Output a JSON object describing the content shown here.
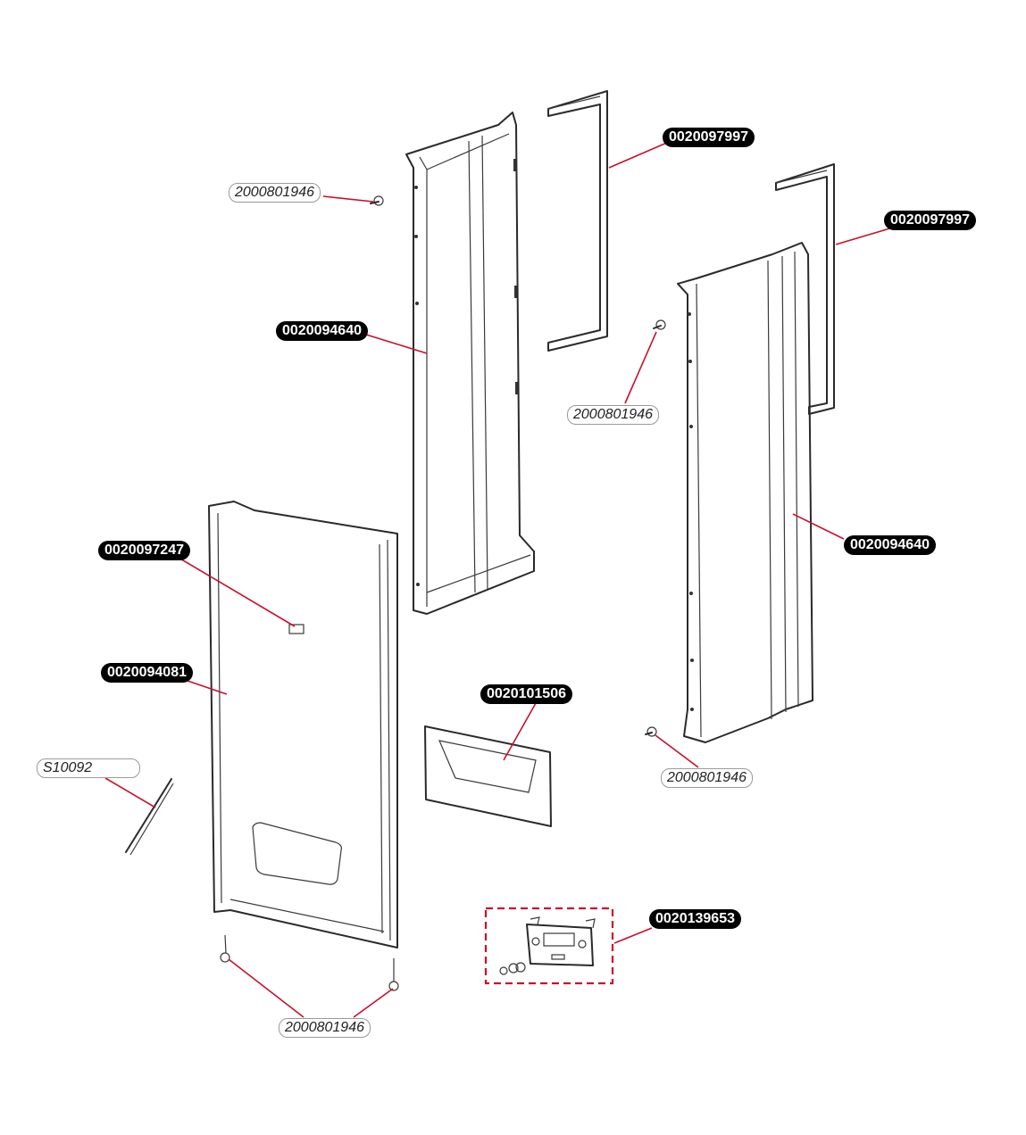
{
  "callouts": {
    "gasket_top": "0020097997",
    "gasket_right": "0020097997",
    "screw_top_left": "2000801946",
    "side_panel_left": "0020094640",
    "screw_middle": "2000801946",
    "side_panel_right": "0020094640",
    "label_front": "0020097247",
    "front_casing": "0020094081",
    "window_panel": "0020101506",
    "screw_bottom_right": "2000801946",
    "hinge_rod": "S10092",
    "control_module": "0020139653",
    "screw_bottom": "2000801946"
  },
  "colors": {
    "leader": "#c8102e",
    "callout_fill": "#000000",
    "callout_text": "#ffffff"
  }
}
